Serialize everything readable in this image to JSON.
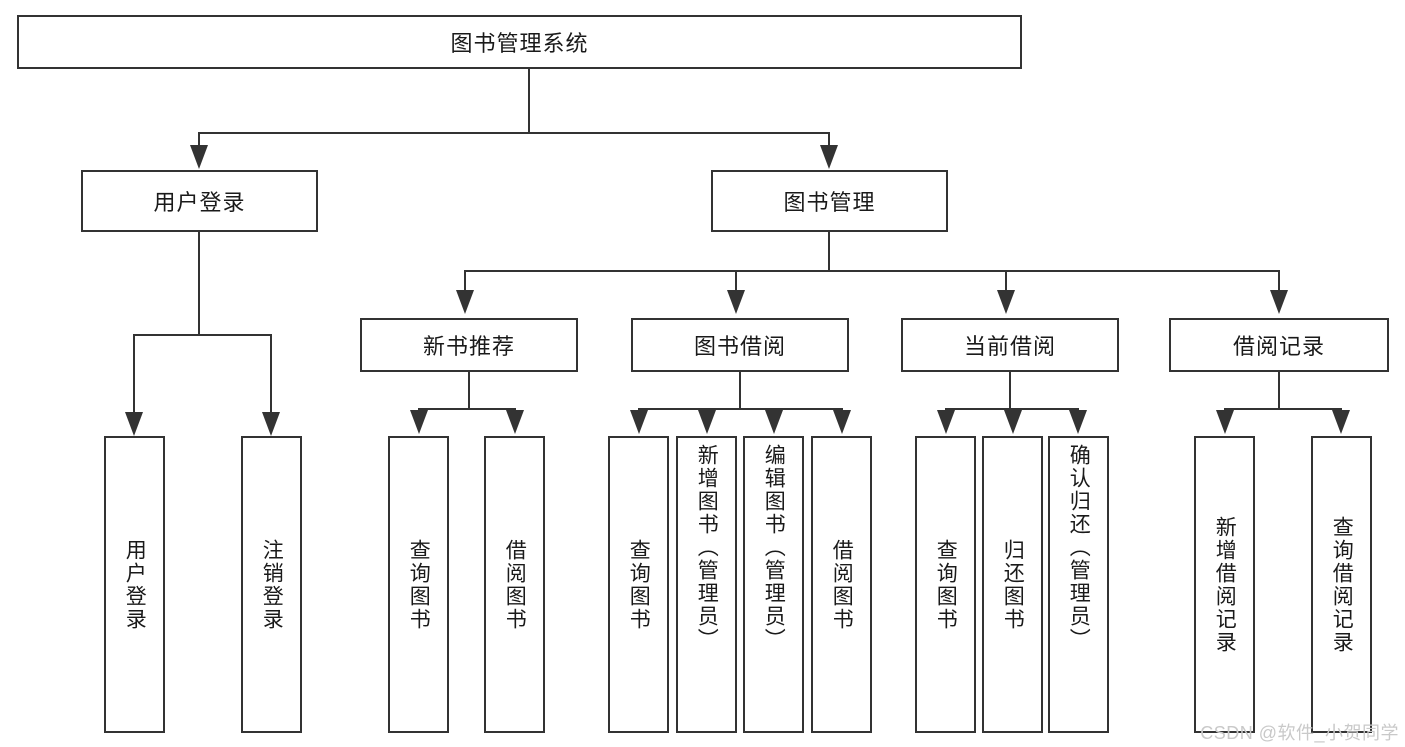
{
  "diagram": {
    "title": "图书管理系统",
    "root": {
      "label": "图书管理系统"
    },
    "level2": [
      {
        "label": "用户登录"
      },
      {
        "label": "图书管理"
      }
    ],
    "level3": [
      {
        "label": "新书推荐"
      },
      {
        "label": "图书借阅"
      },
      {
        "label": "当前借阅"
      },
      {
        "label": "借阅记录"
      }
    ],
    "leaves": {
      "user_login": [
        {
          "label": "用户登录"
        },
        {
          "label": "注销登录"
        }
      ],
      "new_book_recommend": [
        {
          "label": "查询图书"
        },
        {
          "label": "借阅图书"
        }
      ],
      "book_borrow": [
        {
          "label": "查询图书"
        },
        {
          "label": "新增图书（管理员）"
        },
        {
          "label": "编辑图书（管理员）"
        },
        {
          "label": "借阅图书"
        }
      ],
      "current_borrow": [
        {
          "label": "查询图书"
        },
        {
          "label": "归还图书"
        },
        {
          "label": "确认归还（管理员）"
        }
      ],
      "borrow_record": [
        {
          "label": "新增借阅记录"
        },
        {
          "label": "查询借阅记录"
        }
      ]
    },
    "watermark": "CSDN @软件_小贺同学",
    "colors": {
      "stroke": "#333333",
      "background": "#ffffff",
      "text": "#1a1a1a",
      "watermark": "#c9c9c9"
    }
  }
}
